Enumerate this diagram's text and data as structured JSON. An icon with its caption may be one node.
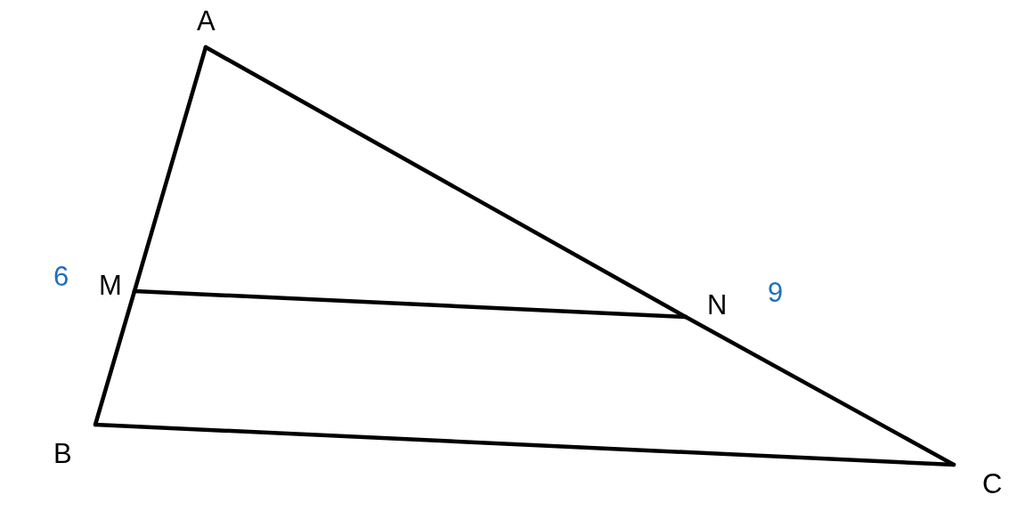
{
  "diagram": {
    "nodes": [
      {
        "text": [
          "A"
        ]
      },
      {
        "text": [
          "M"
        ]
      },
      {
        "text": [
          "N"
        ]
      },
      {
        "text": [
          "B"
        ]
      },
      {
        "text": [
          "C"
        ]
      }
    ],
    "edges": [
      {
        "from": 0,
        "to": 1,
        "arrow": "none"
      },
      {
        "from": 1,
        "to": 3,
        "arrow": "none"
      },
      {
        "from": 3,
        "to": 4,
        "arrow": "none"
      },
      {
        "from": 4,
        "to": 2,
        "arrow": "none"
      },
      {
        "from": 2,
        "to": 0,
        "arrow": "none"
      },
      {
        "from": 1,
        "to": 2,
        "arrow": "none"
      }
    ],
    "labels": [
      "6",
      "9"
    ]
  }
}
